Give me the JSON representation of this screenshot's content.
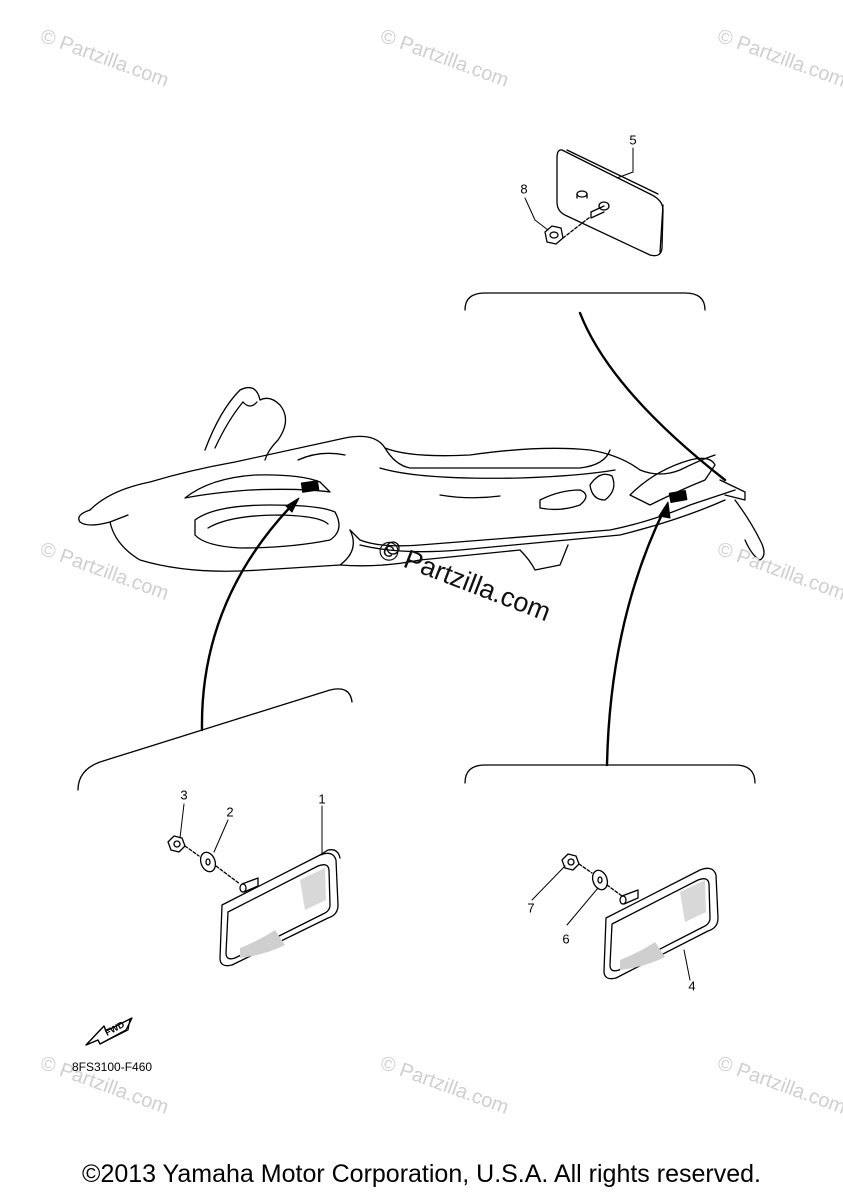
{
  "watermark": {
    "text": "© Partzilla.com"
  },
  "callouts": [
    "1",
    "2",
    "3",
    "4",
    "5",
    "6",
    "7",
    "8"
  ],
  "fwd_label": "FWD",
  "diagram_code": "8FS3100-F460",
  "copyright": "©2013 Yamaha Motor Corporation, U.S.A. All rights reserved."
}
